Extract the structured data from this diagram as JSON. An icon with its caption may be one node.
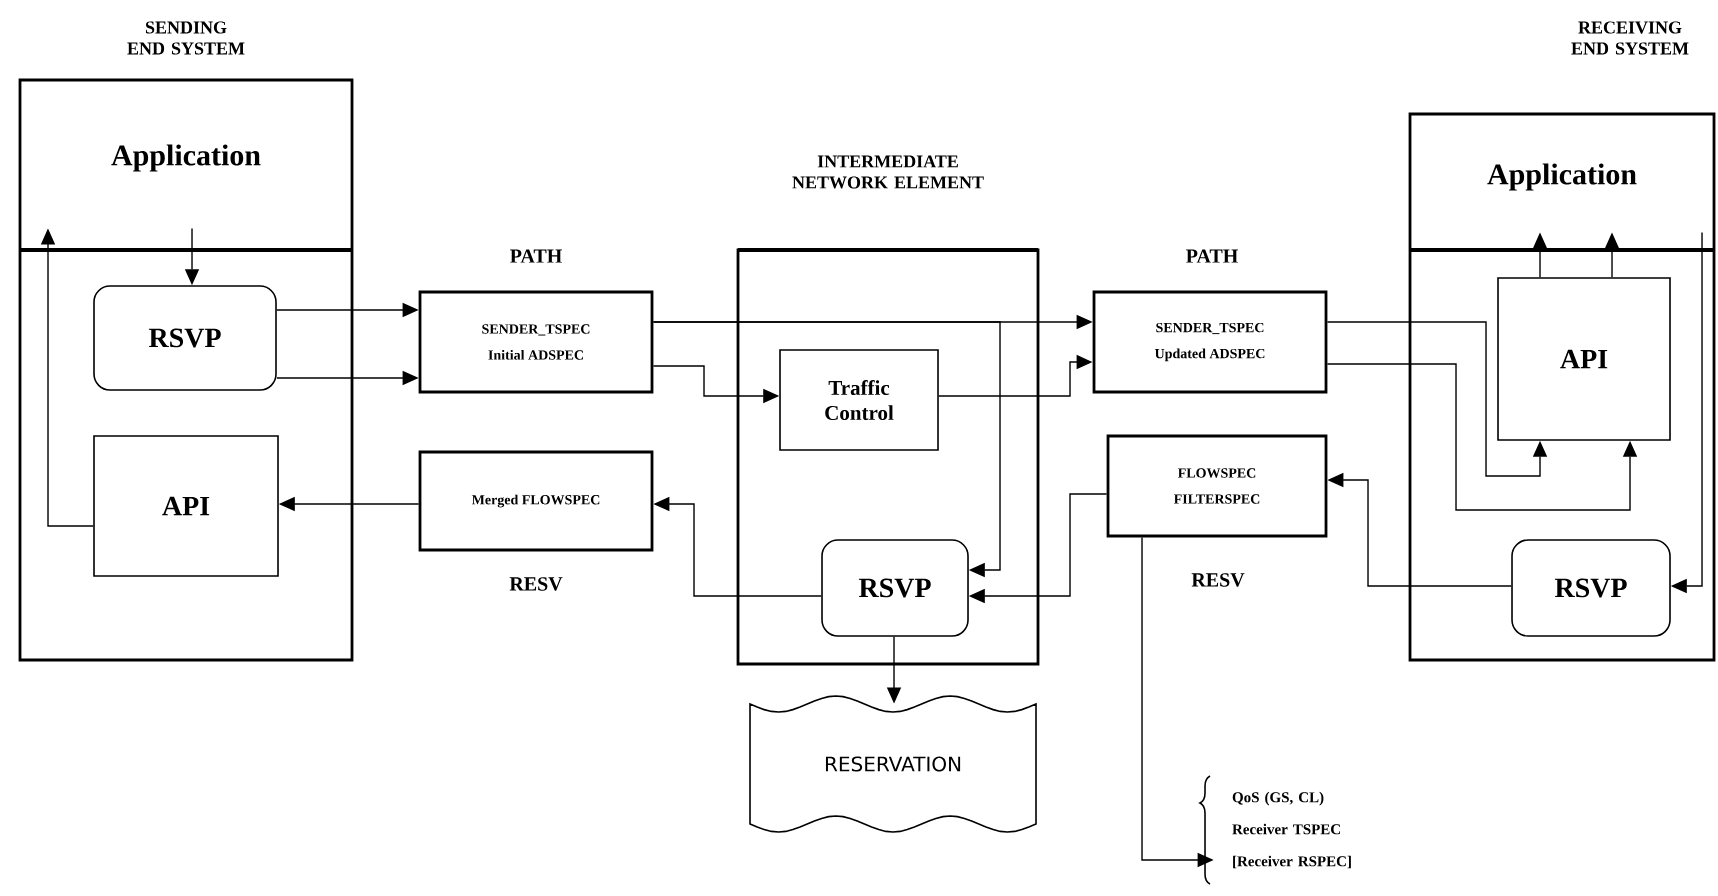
{
  "diagram": {
    "nodes": [
      {
        "text": [
          "SENDING END SYSTEM"
        ]
      },
      {
        "text": [
          "Application"
        ],
        "in": 0
      },
      {
        "text": [
          "RSVP"
        ],
        "in": 0
      },
      {
        "text": [
          "API"
        ],
        "in": 0
      },
      {
        "text": [
          "SENDER_TSPEC",
          "Initial ADSPEC"
        ],
        "beside": [
          "PATH"
        ]
      },
      {
        "text": [
          "Merged FLOWSPEC"
        ],
        "beside": [
          "RESV"
        ]
      },
      {
        "text": [
          "INTERMEDIATE NETWORK ELEMENT"
        ]
      },
      {
        "text": [
          "Traffic Control"
        ],
        "in": 6
      },
      {
        "text": [
          "RSVP"
        ],
        "in": 6
      },
      {
        "text": [
          "RESERVATION"
        ]
      },
      {
        "text": [
          "SENDER_TSPEC",
          "Updated  ADSPEC"
        ],
        "beside": [
          "PATH"
        ]
      },
      {
        "text": [
          "FLOWSPEC",
          "FILTERSPEC"
        ],
        "beside": [
          "RESV"
        ]
      },
      {
        "text": [
          "RECEIVING END SYSTEM"
        ]
      },
      {
        "text": [
          "Application"
        ],
        "in": 12
      },
      {
        "text": [
          "API"
        ],
        "in": 12
      },
      {
        "text": [
          "RSVP"
        ],
        "in": 12
      },
      {
        "text": [
          "QoS (GS, CL)",
          "Receiver TSPEC",
          "[Receiver RSPEC]"
        ]
      }
    ],
    "edges": [
      {
        "from": 1,
        "to": 2,
        "arrow": "to"
      },
      {
        "from": 3,
        "to": 1,
        "arrow": "to"
      },
      {
        "from": 2,
        "to": 4,
        "arrow": "to"
      },
      {
        "from": 2,
        "to": 4,
        "arrow": "to"
      },
      {
        "from": 5,
        "to": 3,
        "arrow": "to"
      },
      {
        "from": 4,
        "to": 10,
        "arrow": "to"
      },
      {
        "from": 4,
        "to": 8,
        "arrow": "to"
      },
      {
        "from": 4,
        "to": 7,
        "arrow": "to"
      },
      {
        "from": 7,
        "to": 10,
        "arrow": "to"
      },
      {
        "from": 8,
        "to": 5,
        "arrow": "to"
      },
      {
        "from": 11,
        "to": 8,
        "arrow": "to"
      },
      {
        "from": 8,
        "to": 9,
        "arrow": "to"
      },
      {
        "from": 10,
        "to": 14,
        "arrow": "to"
      },
      {
        "from": 10,
        "to": 14,
        "arrow": "to"
      },
      {
        "from": 14,
        "to": 13,
        "arrow": "to"
      },
      {
        "from": 14,
        "to": 13,
        "arrow": "to"
      },
      {
        "from": 13,
        "to": 15,
        "arrow": "to"
      },
      {
        "from": 15,
        "to": 11,
        "arrow": "to"
      },
      {
        "from": 11,
        "to": 16,
        "arrow": "to"
      }
    ]
  }
}
